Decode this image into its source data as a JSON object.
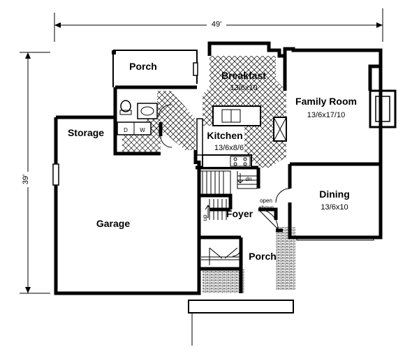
{
  "dimensions": {
    "width": "49'",
    "depth": "39'"
  },
  "rooms": {
    "porch_rear": {
      "name": "Porch"
    },
    "breakfast": {
      "name": "Breakfast",
      "size": "13/6x10"
    },
    "family_room": {
      "name": "Family Room",
      "size": "13/6x17/10"
    },
    "storage": {
      "name": "Storage"
    },
    "kitchen": {
      "name": "Kitchen",
      "size": "13/6x8/6"
    },
    "dining": {
      "name": "Dining",
      "size": "13/6x10"
    },
    "foyer": {
      "name": "Foyer"
    },
    "garage": {
      "name": "Garage"
    },
    "porch_front": {
      "name": "Porch"
    }
  },
  "labels": {
    "dryer": "D",
    "washer": "W",
    "stair_down": "dn",
    "stair_up": "up",
    "open_above_1": "open",
    "open_above_2": "above"
  }
}
